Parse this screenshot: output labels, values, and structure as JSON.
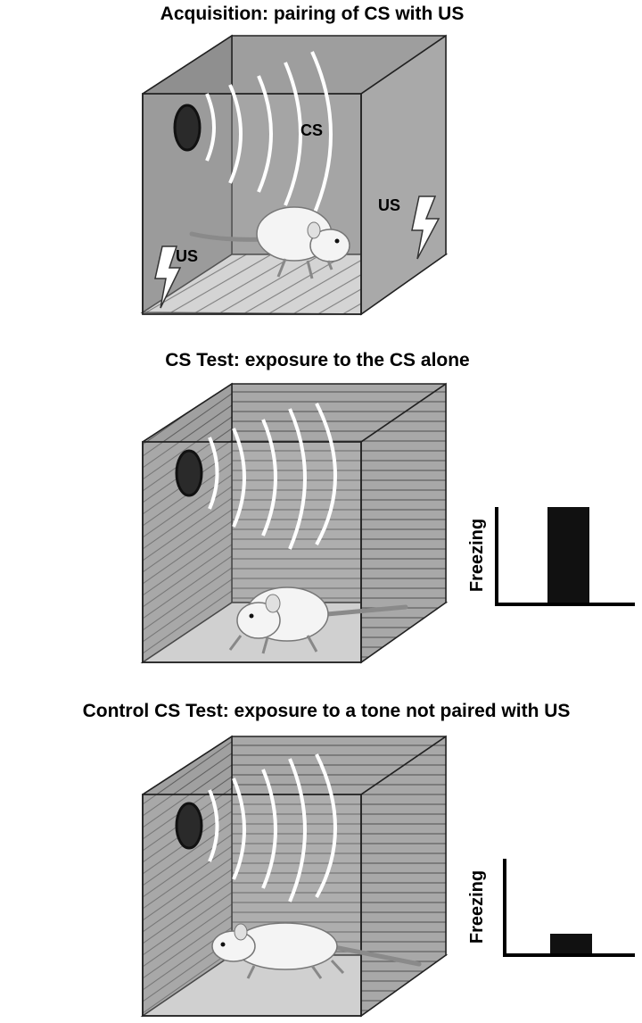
{
  "panels": [
    {
      "title": "Acquisition: pairing of CS with US",
      "labels": {
        "cs": "CS",
        "us_left": "US",
        "us_right": "US"
      }
    },
    {
      "title": "CS Test: exposure to the CS alone",
      "chart": {
        "ylabel": "Freezing"
      }
    },
    {
      "title": "Control CS Test: exposure to a tone not paired with US",
      "chart": {
        "ylabel": "Freezing"
      }
    }
  ],
  "chart_data": [
    {
      "type": "bar",
      "ylabel": "Freezing",
      "xlabel": "",
      "values": [
        1.0
      ],
      "note": "high freezing"
    },
    {
      "type": "bar",
      "ylabel": "Freezing",
      "xlabel": "",
      "values": [
        0.22
      ],
      "note": "low freezing"
    }
  ],
  "colors": {
    "box_wall": "#9b9b9b",
    "box_back": "#a6a6a6",
    "floor": "#d9d9d9",
    "stripe": "#6e6e6e",
    "bar": "#111111"
  }
}
